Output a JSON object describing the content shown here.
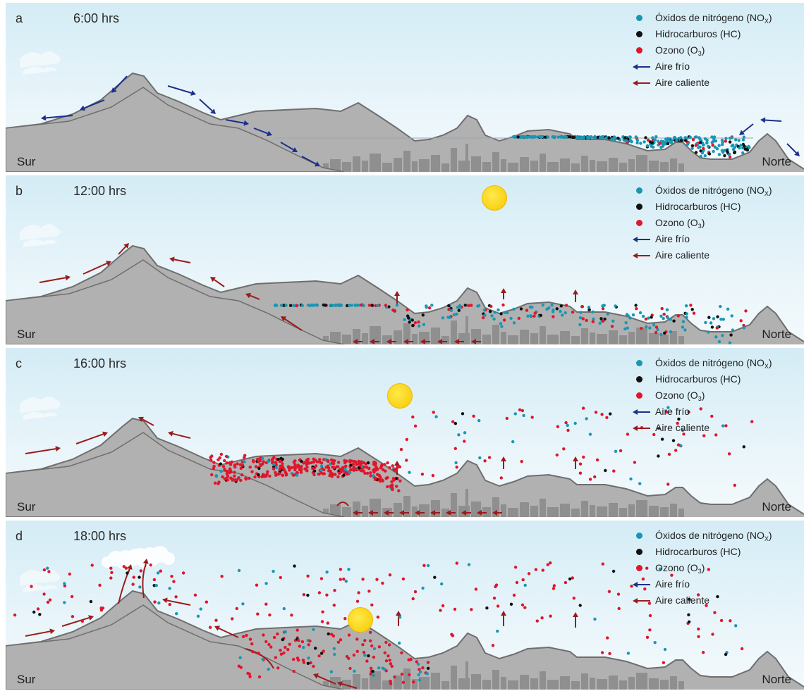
{
  "colors": {
    "nox": "#1a96b4",
    "hc": "#111111",
    "ozone": "#e0162b",
    "cold_air": "#1d2f8c",
    "warm_air": "#9b1b1b",
    "mountain": "#b1b1b1",
    "ridge_line": "#6e6e6e",
    "city": "#8f8f8f"
  },
  "legend": {
    "nox_text": "Óxidos de nitrógeno (NO",
    "nox_sub": "X",
    "nox_close": ")",
    "hc": "Hidrocarburos (HC)",
    "ozone_text": "Ozono (O",
    "ozone_sub": "3",
    "ozone_close": ")",
    "cold_air": "Aire frío",
    "warm_air": "Aire caliente"
  },
  "labels": {
    "south": "Sur",
    "north": "Norte"
  },
  "panels": [
    {
      "letter": "a",
      "time": "6:00 hrs",
      "sun": false,
      "airflow": "cold",
      "pollution": "trapped-near-ground"
    },
    {
      "letter": "b",
      "time": "12:00 hrs",
      "sun": true,
      "airflow": "warm",
      "pollution": "mixing-in-basin"
    },
    {
      "letter": "c",
      "time": "16:00 hrs",
      "sun": true,
      "airflow": "warm",
      "pollution": "ozone-peak-dispersing"
    },
    {
      "letter": "d",
      "time": "18:00 hrs",
      "sun": true,
      "airflow": "warm",
      "pollution": "lifted-over-mountains"
    }
  ]
}
